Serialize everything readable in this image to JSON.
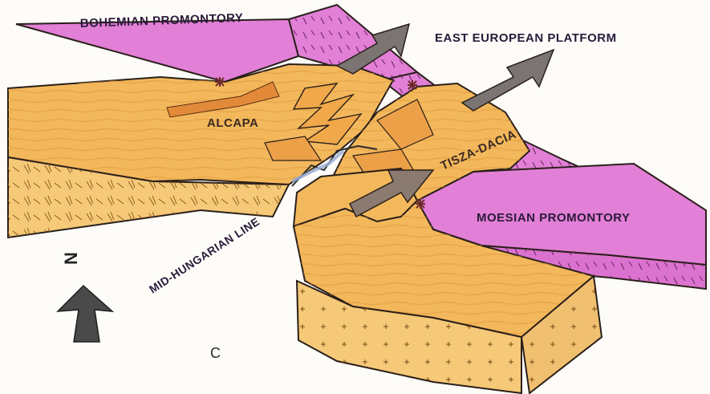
{
  "diagram": {
    "labels": {
      "bohemian": "BOHEMIAN PROMONTORY",
      "east_european": "EAST EUROPEAN PLATFORM",
      "alcapa": "ALCAPA",
      "tisza_dacia": "TISZA-DACIA",
      "moesian": "MOESIAN PROMONTORY",
      "mid_hungarian": "MID-HUNGARIAN LINE"
    },
    "north_label": "N",
    "panel_label": "C"
  },
  "colors": {
    "promontory_magenta": "#e27fd6",
    "block_orange": "#f3b85c",
    "block_side": "#f6c978",
    "arrow_gray": "#7a7472",
    "outline": "#2a1f1a"
  }
}
